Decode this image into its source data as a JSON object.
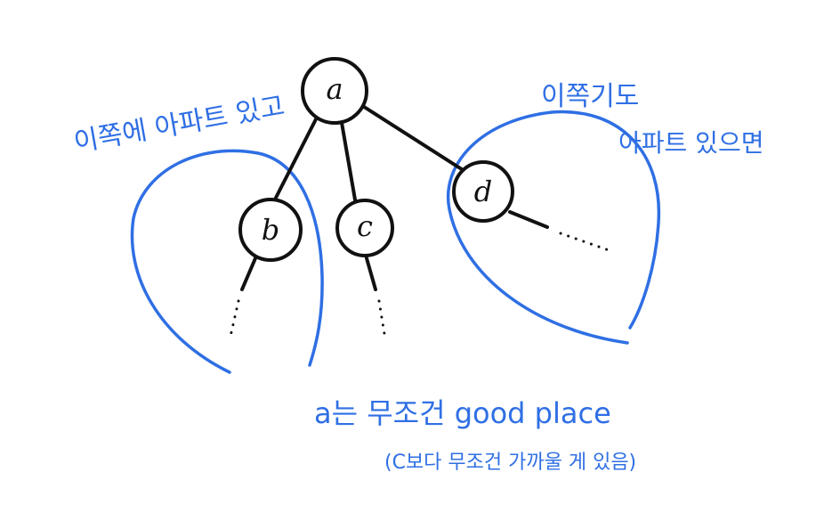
{
  "colors": {
    "ink": "#111111",
    "annotation": "#2f6fe4",
    "background": "#ffffff"
  },
  "nodes": [
    {
      "id": "a",
      "label": "a"
    },
    {
      "id": "b",
      "label": "b"
    },
    {
      "id": "c",
      "label": "c"
    },
    {
      "id": "d",
      "label": "d"
    }
  ],
  "edges": [
    {
      "from": "a",
      "to": "b"
    },
    {
      "from": "a",
      "to": "c"
    },
    {
      "from": "a",
      "to": "d"
    }
  ],
  "annotations": {
    "left_region_note": "이쪽에 아파트 있고",
    "right_region_note_line1": "이쪽기도",
    "right_region_note_line2": "아파트 있으면",
    "conclusion_line1": "a는 무조건 good place",
    "conclusion_line2": "(C보다 무조건 가까울 게 있음)"
  }
}
